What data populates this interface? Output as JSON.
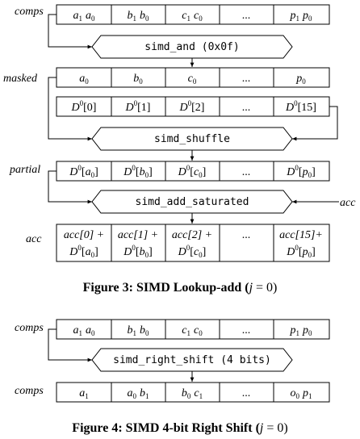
{
  "figure3": {
    "caption_bold": "Figure 3: SIMD Lookup-add (",
    "caption_j": "j",
    "caption_tail": " = 0)",
    "rows": {
      "comps": {
        "label": "comps",
        "cells": [
          {
            "a": "a",
            "as": "1",
            "b": "a",
            "bs": "0"
          },
          {
            "a": "b",
            "as": "1",
            "b": "b",
            "bs": "0"
          },
          {
            "a": "c",
            "as": "1",
            "b": "c",
            "bs": "0"
          },
          {
            "dots": "..."
          },
          {
            "a": "p",
            "as": "1",
            "b": "p",
            "bs": "0"
          }
        ]
      },
      "masked": {
        "label": "masked",
        "cells": [
          {
            "a": "a",
            "as": "0"
          },
          {
            "a": "b",
            "as": "0"
          },
          {
            "a": "c",
            "as": "0"
          },
          {
            "dots": "..."
          },
          {
            "a": "p",
            "as": "0"
          }
        ]
      },
      "table": {
        "cells": [
          {
            "base": "D",
            "sup": "0",
            "idx": "[0]"
          },
          {
            "base": "D",
            "sup": "0",
            "idx": "[1]"
          },
          {
            "base": "D",
            "sup": "0",
            "idx": "[2]"
          },
          {
            "dots": "..."
          },
          {
            "base": "D",
            "sup": "0",
            "idx": "[15]"
          }
        ]
      },
      "partial": {
        "label": "partial",
        "cells": [
          {
            "base": "D",
            "sup": "0",
            "l": "[",
            "v": "a",
            "vs": "0",
            "r": "]"
          },
          {
            "base": "D",
            "sup": "0",
            "l": "[",
            "v": "b",
            "vs": "0",
            "r": "]"
          },
          {
            "base": "D",
            "sup": "0",
            "l": "[",
            "v": "c",
            "vs": "0",
            "r": "]"
          },
          {
            "dots": "..."
          },
          {
            "base": "D",
            "sup": "0",
            "l": "[",
            "v": "p",
            "vs": "0",
            "r": "]"
          }
        ]
      },
      "acc": {
        "label": "acc",
        "cells": [
          {
            "line1": "acc[0] +",
            "base": "D",
            "sup": "0",
            "l": "[",
            "v": "a",
            "vs": "0",
            "r": "]"
          },
          {
            "line1": "acc[1] +",
            "base": "D",
            "sup": "0",
            "l": "[",
            "v": "b",
            "vs": "0",
            "r": "]"
          },
          {
            "line1": "acc[2] +",
            "base": "D",
            "sup": "0",
            "l": "[",
            "v": "c",
            "vs": "0",
            "r": "]"
          },
          {
            "dots": "..."
          },
          {
            "line1": "acc[15]+",
            "base": "D",
            "sup": "0",
            "l": "[",
            "v": "p",
            "vs": "0",
            "r": "]"
          }
        ]
      }
    },
    "ops": {
      "and": "simd_and (0x0f)",
      "shuffle": "simd_shuffle",
      "add": "simd_add_saturated",
      "acc_input": "acc"
    }
  },
  "figure4": {
    "caption_bold": "Figure 4: SIMD 4-bit Right Shift (",
    "caption_j": "j",
    "caption_tail": " = 0)",
    "rows": {
      "comps_in": {
        "label": "comps",
        "cells": [
          {
            "a": "a",
            "as": "1",
            "b": "a",
            "bs": "0"
          },
          {
            "a": "b",
            "as": "1",
            "b": "b",
            "bs": "0"
          },
          {
            "a": "c",
            "as": "1",
            "b": "c",
            "bs": "0"
          },
          {
            "dots": "..."
          },
          {
            "a": "p",
            "as": "1",
            "b": "p",
            "bs": "0"
          }
        ]
      },
      "comps_out": {
        "label": "comps",
        "cells": [
          {
            "a": "a",
            "as": "1"
          },
          {
            "a": "a",
            "as": "0",
            "b": "b",
            "bs": "1"
          },
          {
            "a": "b",
            "as": "0",
            "b": "c",
            "bs": "1"
          },
          {
            "dots": "..."
          },
          {
            "a": "o",
            "as": "0",
            "b": "p",
            "bs": "1"
          }
        ]
      }
    },
    "ops": {
      "shift": "simd_right_shift (4 bits)"
    }
  }
}
